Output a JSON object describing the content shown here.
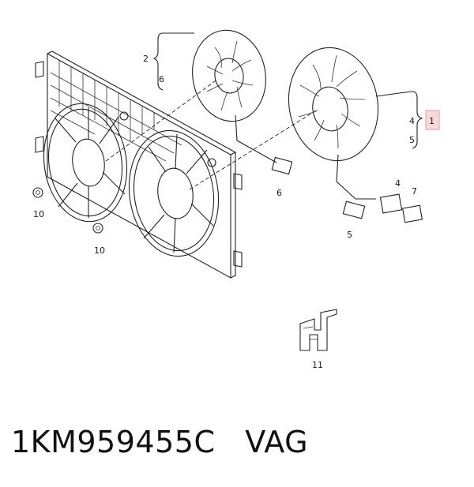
{
  "callouts": {
    "c1": "1",
    "c2": "2",
    "c4a": "4",
    "c4b": "4",
    "c5a": "5",
    "c5b": "5",
    "c6a": "6",
    "c6b": "6",
    "c7": "7",
    "c10a": "10",
    "c10b": "10",
    "c11": "11"
  },
  "part_number": "1KM959455C",
  "brand": "VAG",
  "colors": {
    "line": "#222222",
    "highlight": "#f7d8db",
    "highlight_border": "#e59aa3"
  }
}
